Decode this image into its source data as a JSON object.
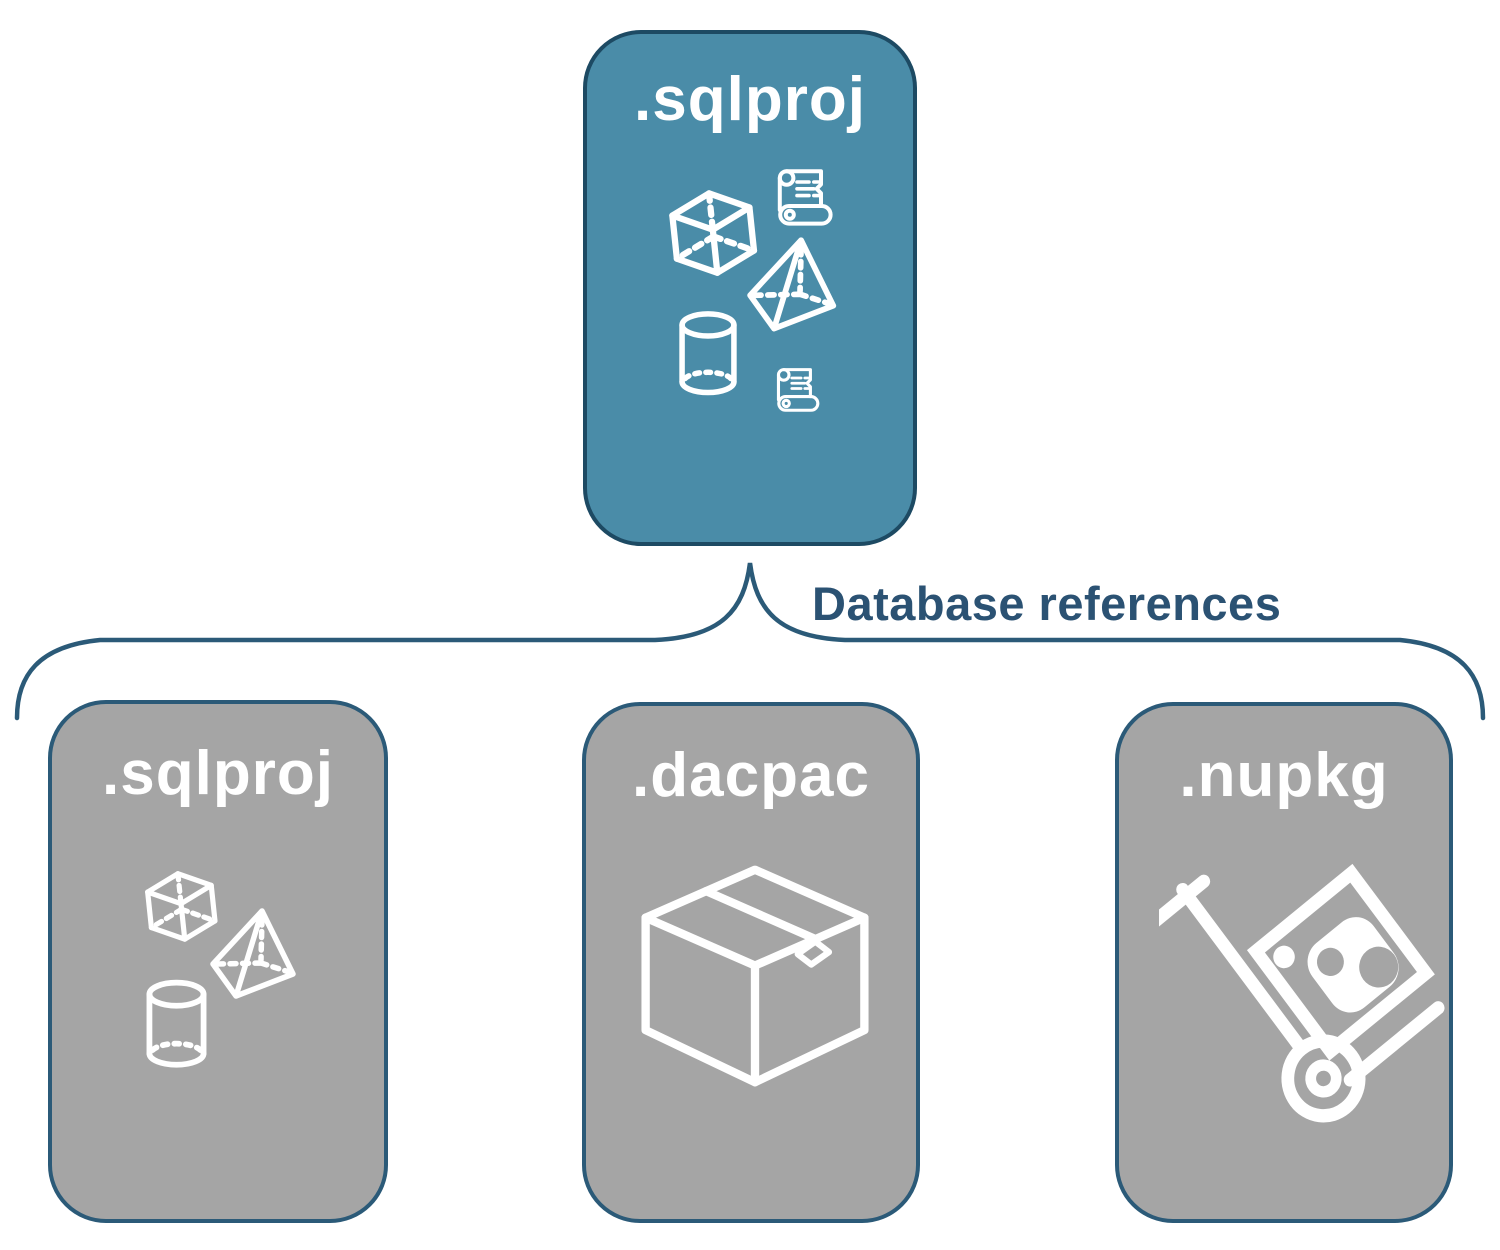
{
  "diagram": {
    "top_node": {
      "label": ".sqlproj",
      "icons": [
        "cube-icon",
        "scroll-icon",
        "pyramid-icon",
        "cylinder-icon",
        "scroll-icon"
      ]
    },
    "connector": {
      "label": "Database references"
    },
    "child_nodes": [
      {
        "label": ".sqlproj",
        "icons": [
          "cube-icon",
          "pyramid-icon",
          "cylinder-icon"
        ]
      },
      {
        "label": ".dacpac",
        "icons": [
          "package-box-icon"
        ]
      },
      {
        "label": ".nupkg",
        "icons": [
          "hand-truck-package-icon"
        ]
      }
    ],
    "colors": {
      "top_node_fill": "#4A8CA8",
      "top_node_border": "#1D4A63",
      "child_node_fill": "#A5A5A5",
      "child_node_border": "#2B5A78",
      "connector_line": "#2B5A78",
      "connector_label_text": "#2B5273",
      "node_label_text": "#FFFFFF",
      "icon_stroke": "#FFFFFF"
    }
  }
}
